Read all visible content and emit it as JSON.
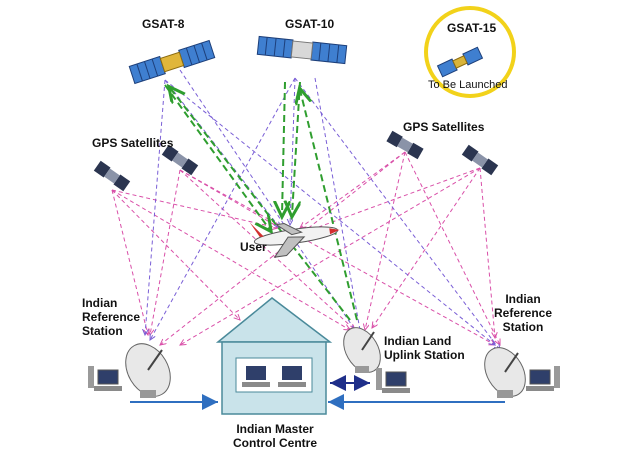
{
  "labels": {
    "gsat8": "GSAT-8",
    "gsat10": "GSAT-10",
    "gsat15": "GSAT-15",
    "gsat15_note": "To Be Launched",
    "gps_left": "GPS Satellites",
    "gps_right": "GPS Satellites",
    "user": "User",
    "ref_left": "Indian Reference Station",
    "ref_right": "Indian Reference Station",
    "uplink": "Indian Land Uplink Station",
    "master": "Indian Master Control Centre"
  },
  "colors": {
    "gps_links": "#d94fa8",
    "geo_links": "#7a5fd6",
    "uplink_links": "#2f9e2f",
    "ground_links": "#2f6fc0",
    "house_fill": "#c9e3ea",
    "house_stroke": "#4a8a9a",
    "gsat15_ring": "#f2d21a"
  }
}
